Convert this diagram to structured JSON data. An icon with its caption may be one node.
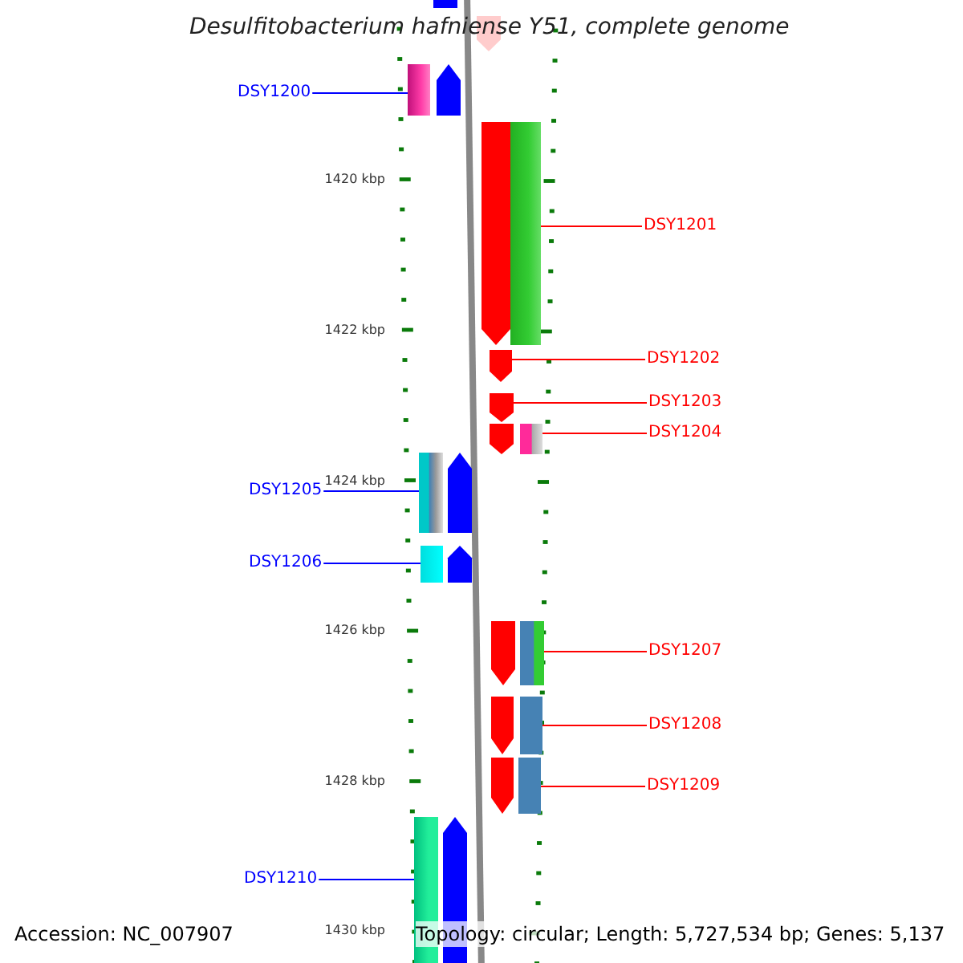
{
  "diagram": {
    "title": "Desulfitobacterium hafniense Y51, complete genome",
    "nodes": [
      {
        "text": [
          "DSY1200"
        ]
      },
      {
        "text": [
          "DSY1201"
        ]
      },
      {
        "text": [
          "DSY1202"
        ]
      },
      {
        "text": [
          "DSY1203"
        ]
      },
      {
        "text": [
          "DSY1204"
        ]
      },
      {
        "text": [
          "DSY1205"
        ]
      },
      {
        "text": [
          "DSY1206"
        ]
      },
      {
        "text": [
          "DSY1207"
        ]
      },
      {
        "text": [
          "DSY1208"
        ]
      },
      {
        "text": [
          "DSY1209"
        ]
      },
      {
        "text": [
          "DSY1210"
        ]
      },
      {
        "text": [],
        "shape": "bar"
      },
      {
        "text": [],
        "shape": "bar"
      },
      {
        "text": [],
        "shape": "arrow"
      },
      {
        "text": [],
        "shape": "arrow"
      },
      {
        "text": [],
        "shape": "bar"
      },
      {
        "text": [],
        "shape": "bar"
      },
      {
        "text": [],
        "shape": "bar"
      },
      {
        "text": [],
        "shape": "bar"
      },
      {
        "text": [],
        "shape": "bar"
      },
      {
        "text": [],
        "shape": "bar"
      },
      {
        "text": [],
        "shape": "bar"
      }
    ],
    "edges": [
      {
        "from": 0,
        "to": 11,
        "arrow": "none",
        "color": "#0000ff"
      },
      {
        "from": 1,
        "to": 12,
        "arrow": "none"
      },
      {
        "from": 2,
        "to": 13,
        "arrow": "none"
      },
      {
        "from": 3,
        "to": 14,
        "arrow": "none"
      },
      {
        "from": 4,
        "to": 15,
        "arrow": "none"
      },
      {
        "from": 5,
        "to": 16,
        "arrow": "none",
        "color": "#0000ff"
      },
      {
        "from": 6,
        "to": 17,
        "arrow": "none",
        "color": "#0000ff"
      },
      {
        "from": 7,
        "to": 18,
        "arrow": "none"
      },
      {
        "from": 8,
        "to": 19,
        "arrow": "none"
      },
      {
        "from": 9,
        "to": 20,
        "arrow": "none"
      },
      {
        "from": 10,
        "to": 21,
        "arrow": "none",
        "color": "#0000ff"
      }
    ],
    "labels": [
      "1420 kbp",
      "1422 kbp",
      "1424 kbp",
      "1426 kbp",
      "1428 kbp",
      "1430 kbp",
      "Accession: NC_007907",
      "Topology: circular; Length: 5,727,534 bp; Genes: 5,137"
    ]
  }
}
